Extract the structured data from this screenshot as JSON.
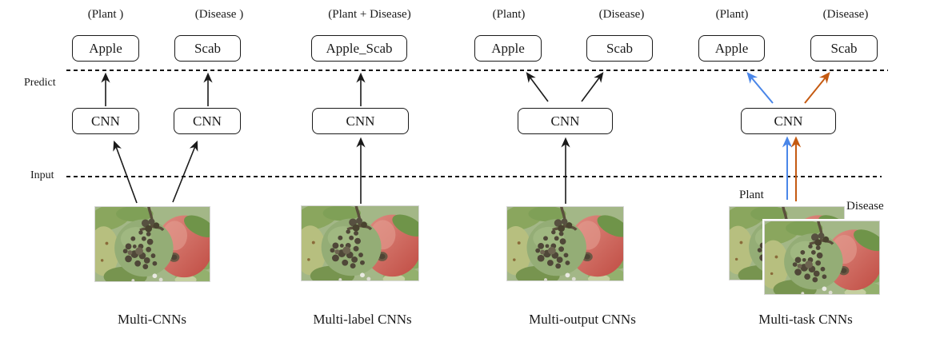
{
  "figure": {
    "axis_labels": {
      "predict": "Predict",
      "input": "Input"
    },
    "colors": {
      "plant": "#4a86e8",
      "disease": "#c55a11"
    },
    "sections": [
      {
        "caption": "Multi-CNNs",
        "top_labels": [
          "(Plant )",
          "(Disease )"
        ],
        "output_boxes": [
          "Apple",
          "Scab"
        ],
        "cnn_boxes": [
          "CNN",
          "CNN"
        ]
      },
      {
        "caption": "Multi-label CNNs",
        "top_labels": [
          "(Plant + Disease)"
        ],
        "output_boxes": [
          "Apple_Scab"
        ],
        "cnn_boxes": [
          "CNN"
        ]
      },
      {
        "caption": "Multi-output CNNs",
        "top_labels": [
          "(Plant)",
          "(Disease)"
        ],
        "output_boxes": [
          "Apple",
          "Scab"
        ],
        "cnn_boxes": [
          "CNN"
        ]
      },
      {
        "caption": "Multi-task CNNs",
        "top_labels": [
          "(Plant)",
          "(Disease)"
        ],
        "output_boxes": [
          "Apple",
          "Scab"
        ],
        "cnn_boxes": [
          "CNN"
        ],
        "image_labels": [
          "Plant",
          "Disease"
        ]
      }
    ]
  }
}
